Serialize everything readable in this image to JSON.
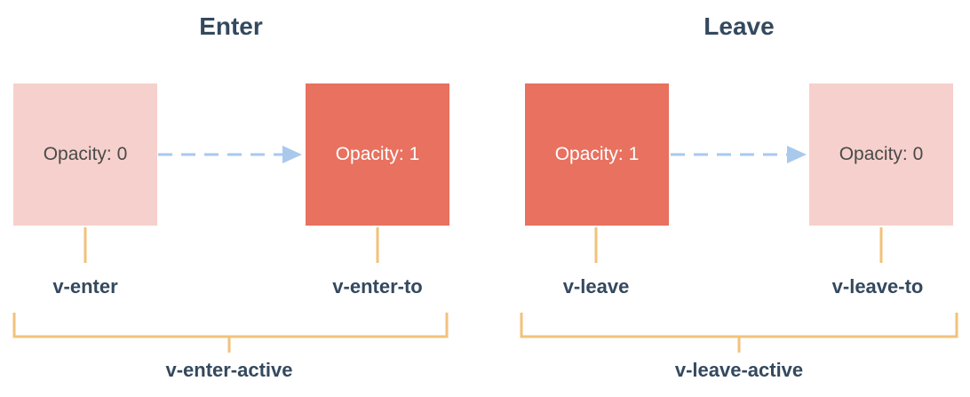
{
  "enter": {
    "title": "Enter",
    "from_box": "Opacity: 0",
    "to_box": "Opacity: 1",
    "from_label": "v-enter",
    "to_label": "v-enter-to",
    "active_label": "v-enter-active"
  },
  "leave": {
    "title": "Leave",
    "from_box": "Opacity: 1",
    "to_box": "Opacity: 0",
    "from_label": "v-leave",
    "to_label": "v-leave-to",
    "active_label": "v-leave-active"
  },
  "colors": {
    "faded_box": "#f6d0cc",
    "solid_box": "#e8715f",
    "arrow": "#a9c9ec",
    "bracket": "#f2c27a",
    "heading_text": "#34495e"
  }
}
